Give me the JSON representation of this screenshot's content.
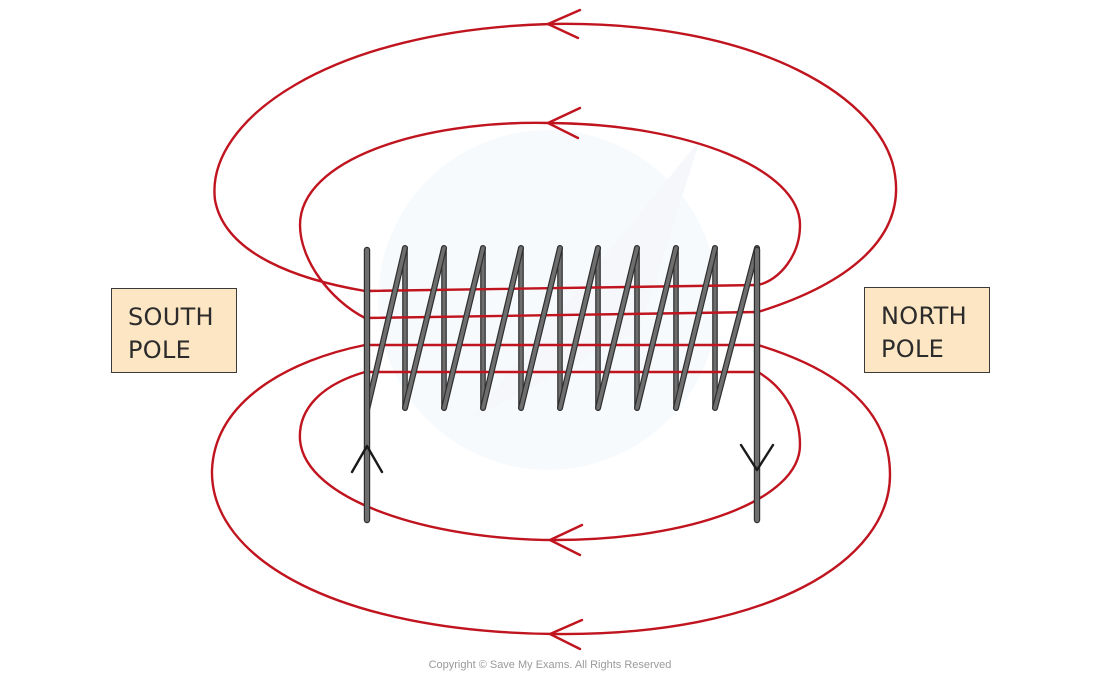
{
  "labels": {
    "south": {
      "line1": "SOUTH",
      "line2": "POLE"
    },
    "north": {
      "line1": "NORTH",
      "line2": "POLE"
    }
  },
  "copyright": "Copyright © Save My Exams. All Rights Reserved",
  "colors": {
    "field_line": "#c0141f",
    "coil": "#6e6e6e",
    "coil_outline": "#2e2e2e",
    "label_fill": "#fde6c3",
    "label_border": "#3a3a3a",
    "current_arrow": "#1a1a1a"
  },
  "icons": {
    "field_arrow": "chevron-left-icon",
    "current_in": "arrow-up-icon",
    "current_out": "arrow-down-icon"
  }
}
